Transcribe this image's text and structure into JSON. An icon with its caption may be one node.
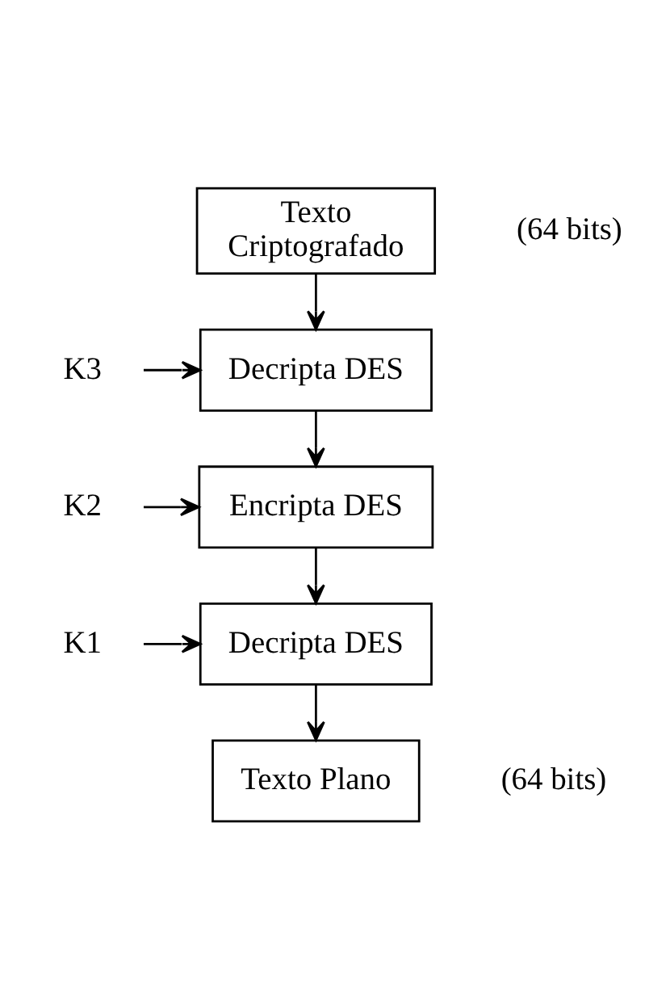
{
  "diagram": {
    "nodes": [
      {
        "text": [
          "Texto Criptografado"
        ],
        "beside": [
          "(64 bits)"
        ]
      },
      {
        "text": [
          "Decripta DES"
        ]
      },
      {
        "text": [
          "Encripta DES"
        ]
      },
      {
        "text": [
          "Decripta DES"
        ]
      },
      {
        "text": [
          "Texto Plano"
        ],
        "beside": [
          "(64 bits)"
        ]
      },
      {
        "text": [
          "K3"
        ]
      },
      {
        "text": [
          "K2"
        ]
      },
      {
        "text": [
          "K1"
        ]
      }
    ],
    "edges": [
      {
        "from": 0,
        "to": 1,
        "arrow": "to"
      },
      {
        "from": 5,
        "to": 1,
        "arrow": "to"
      },
      {
        "from": 1,
        "to": 2,
        "arrow": "to"
      },
      {
        "from": 6,
        "to": 2,
        "arrow": "to"
      },
      {
        "from": 2,
        "to": 3,
        "arrow": "to"
      },
      {
        "from": 7,
        "to": 3,
        "arrow": "to"
      },
      {
        "from": 3,
        "to": 4,
        "arrow": "to"
      }
    ]
  }
}
